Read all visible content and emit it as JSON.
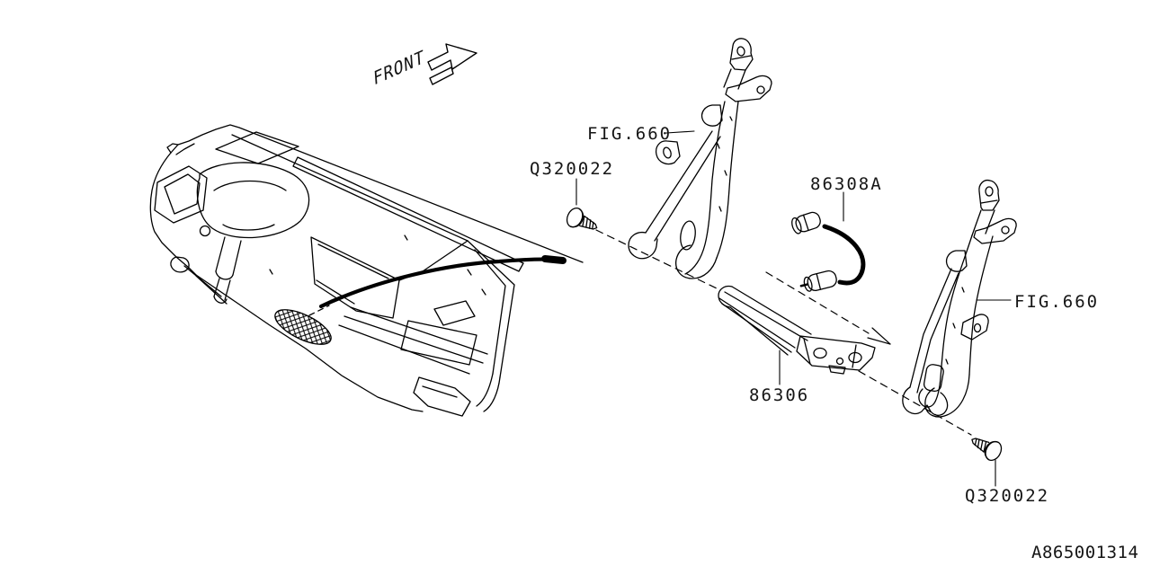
{
  "diagram": {
    "type": "parts-diagram",
    "background_color": "#ffffff",
    "line_color": "#000000",
    "direction_label": "FRONT",
    "callouts": {
      "fig660_left": "FIG.660",
      "screw_left": "Q320022",
      "antenna_cord": "86308A",
      "antenna_module": "86306",
      "fig660_right": "FIG.660",
      "screw_right": "Q320022"
    },
    "doc_number": "A865001314"
  }
}
